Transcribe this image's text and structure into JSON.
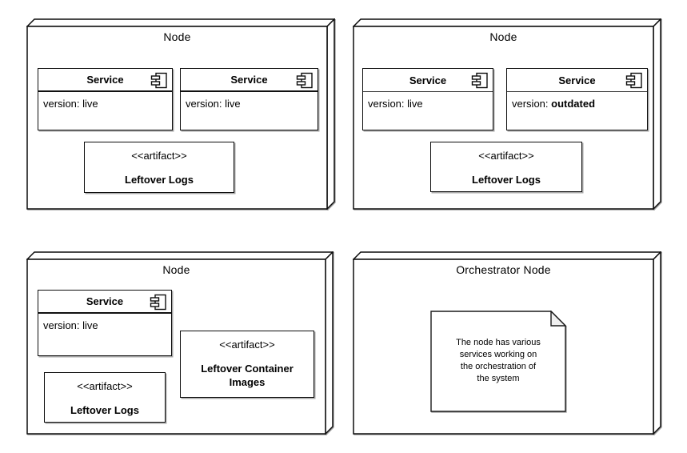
{
  "diagram": {
    "kind": "uml-deployment-diagram",
    "background_color": "#ffffff",
    "stroke_color": "#0d0d0d",
    "shadow_color": "#828282"
  },
  "nodes": {
    "top_left": {
      "title": "Node",
      "services": [
        {
          "name": "Service",
          "version_label": "version:",
          "version_value": "live"
        },
        {
          "name": "Service",
          "version_label": "version:",
          "version_value": "live"
        }
      ],
      "artifacts": [
        {
          "stereotype": "<<artifact>>",
          "name": "Leftover Logs"
        }
      ]
    },
    "top_right": {
      "title": "Node",
      "services": [
        {
          "name": "Service",
          "version_label": "version:",
          "version_value": "live"
        },
        {
          "name": "Service",
          "version_label": "version:",
          "version_value": "outdated"
        }
      ],
      "artifacts": [
        {
          "stereotype": "<<artifact>>",
          "name": "Leftover Logs"
        }
      ]
    },
    "bottom_left": {
      "title": "Node",
      "services": [
        {
          "name": "Service",
          "version_label": "version:",
          "version_value": "live"
        }
      ],
      "artifacts": [
        {
          "stereotype": "<<artifact>>",
          "name": "Leftover Container Images"
        },
        {
          "stereotype": "<<artifact>>",
          "name": "Leftover Logs"
        }
      ]
    },
    "bottom_right": {
      "title": "Orchestrator Node",
      "note": {
        "text": "The node has various services working on the orchestration of the system",
        "lines": [
          "The node has various",
          "services working on",
          "the orchestration of",
          "the system"
        ]
      }
    }
  }
}
